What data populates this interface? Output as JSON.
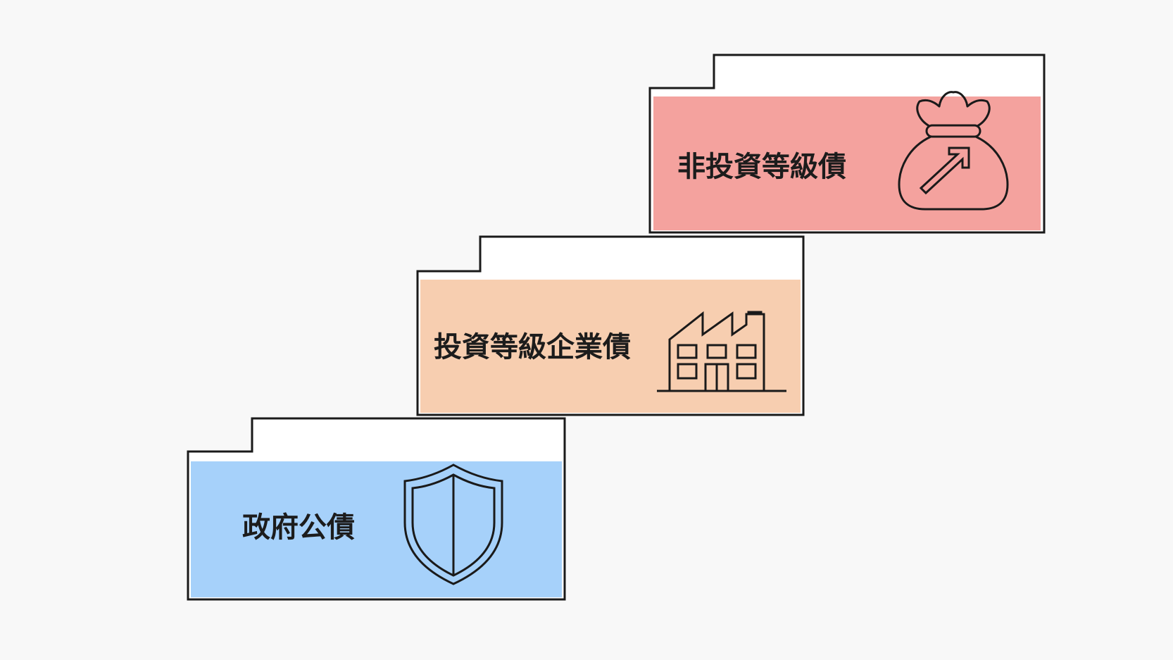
{
  "steps": [
    {
      "label": "政府公債",
      "icon": "shield-icon",
      "color": "#a6d1fa"
    },
    {
      "label": "投資等級企業債",
      "icon": "factory-icon",
      "color": "#f7ceb0"
    },
    {
      "label": "非投資等級債",
      "icon": "money-bag-arrow-icon",
      "color": "#f4a29e"
    }
  ]
}
